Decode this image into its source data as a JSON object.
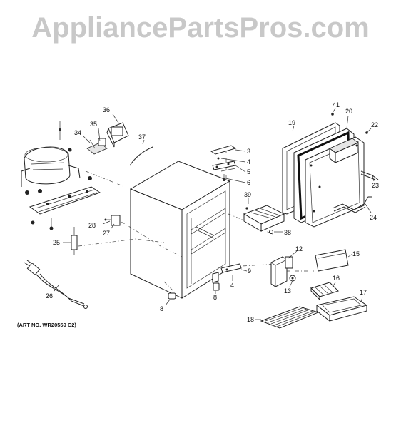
{
  "watermark": "AppliancePartsPros.com",
  "art_number": "(ART NO. WR20559 C2)",
  "callouts": {
    "c3": "3",
    "c4a": "4",
    "c5": "5",
    "c6": "6",
    "c39": "39",
    "c38": "38",
    "c12": "12",
    "c15": "15",
    "c9": "9",
    "c4b": "4",
    "c13": "13",
    "c16": "16",
    "c17": "17",
    "c18": "18",
    "c8a": "8",
    "c8b": "8",
    "c41": "41",
    "c19": "19",
    "c20": "20",
    "c22": "22",
    "c23": "23",
    "c24": "24",
    "c36": "36",
    "c35": "35",
    "c34": "34",
    "c37": "37",
    "c28": "28",
    "c27": "27",
    "c25": "25",
    "c26": "26"
  },
  "colors": {
    "line": "#222222",
    "watermark": "#c8c8c8",
    "background": "#ffffff"
  }
}
